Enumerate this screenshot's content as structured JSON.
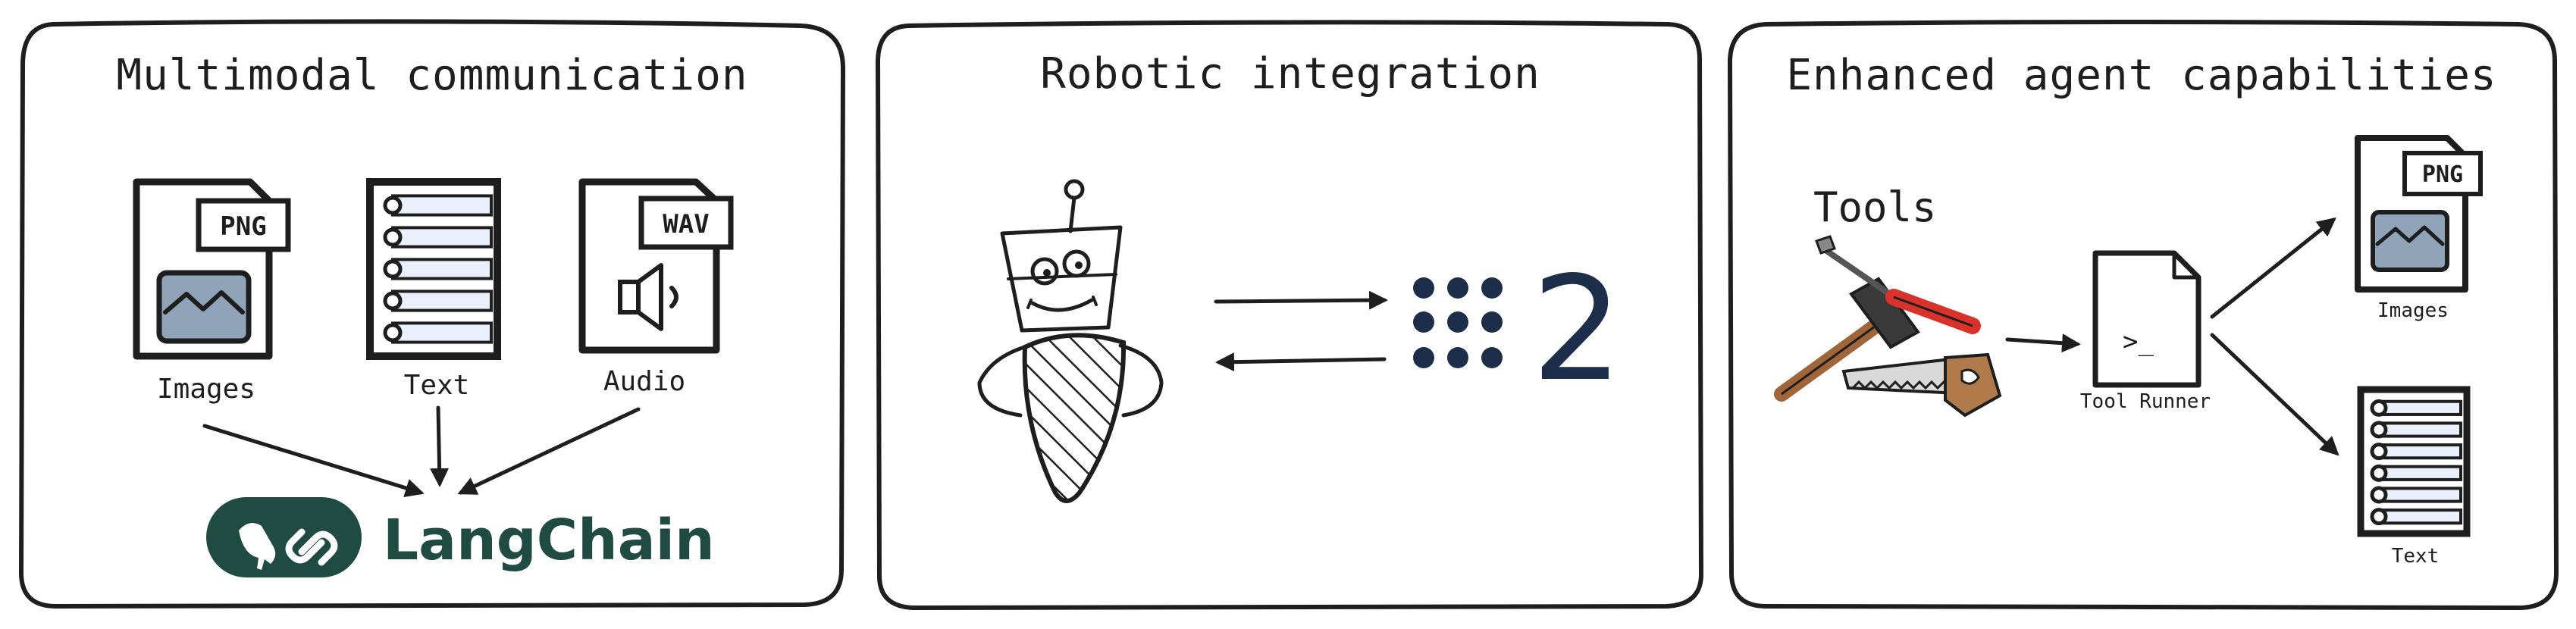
{
  "panels": [
    {
      "title": "Multimodal communication"
    },
    {
      "title": "Robotic integration"
    },
    {
      "title": "Enhanced agent capabilities"
    }
  ],
  "multimodal": {
    "image_file": {
      "badge": "PNG",
      "caption": "Images"
    },
    "text_file": {
      "caption": "Text"
    },
    "audio_file": {
      "badge": "WAV",
      "caption": "Audio"
    },
    "logo_text": "LangChain"
  },
  "robotic": {
    "robot_badge_text": "2"
  },
  "agent": {
    "tools_label": "Tools",
    "runner_caption": "Tool Runner",
    "runner_prompt": ">_",
    "output_image": {
      "badge": "PNG",
      "caption": "Images"
    },
    "output_text": {
      "caption": "Text"
    }
  },
  "colors": {
    "image_file_fill": "#fbe9a8",
    "audio_file_fill": "#b5d99c",
    "text_lines_fill": "#e9f0fb",
    "picture_fill": "#8fa4b8",
    "runner_fill": "#fbe9a8",
    "logo_green": "#1f4b43",
    "digit_navy": "#1c2e4a",
    "hammer_handle": "#a0663a",
    "screwdriver_red": "#d9322b"
  }
}
